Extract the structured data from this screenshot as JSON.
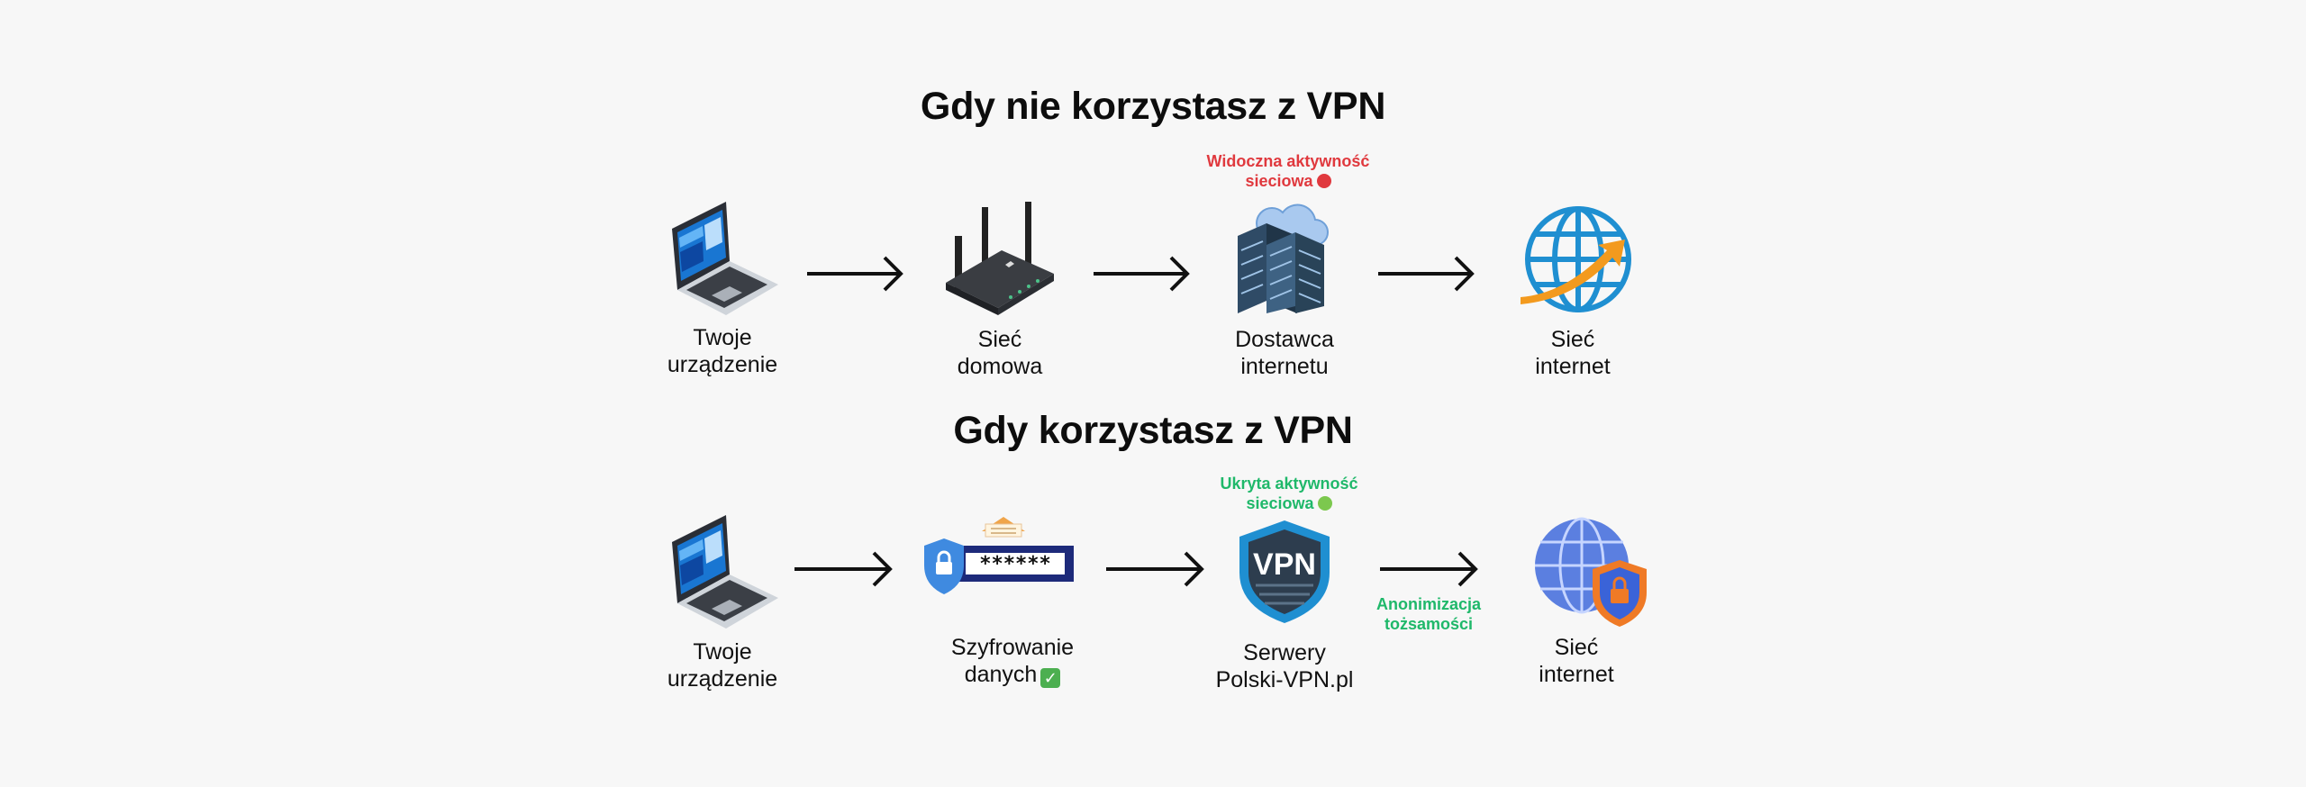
{
  "section1": {
    "title": "Gdy nie korzystasz z VPN",
    "steps": [
      {
        "line1": "Twoje",
        "line2": "urządzenie",
        "icon": "laptop-icon"
      },
      {
        "line1": "Sieć",
        "line2": "domowa",
        "icon": "router-icon"
      },
      {
        "line1": "Dostawca",
        "line2": "internetu",
        "icon": "isp-server-icon"
      },
      {
        "line1": "Sieć",
        "line2": "internet",
        "icon": "globe-icon"
      }
    ],
    "note": {
      "line1": "Widoczna aktywność",
      "line2": "sieciowa",
      "color": "#e0393e"
    }
  },
  "section2": {
    "title": "Gdy korzystasz z VPN",
    "steps": [
      {
        "line1": "Twoje",
        "line2": "urządzenie",
        "icon": "laptop-icon"
      },
      {
        "line1": "Szyfrowanie",
        "line2": "danych",
        "icon": "encryption-icon"
      },
      {
        "line1": "Serwery",
        "line2": "Polski-VPN.pl",
        "icon": "vpn-shield-icon"
      },
      {
        "line1": "Sieć",
        "line2": "internet",
        "icon": "secure-globe-icon"
      }
    ],
    "note": {
      "line1": "Ukryta aktywność",
      "line2": "sieciowa",
      "color": "#1fb86a"
    },
    "arrow_note": {
      "line1": "Anonimizacja",
      "line2": "tożsamości"
    },
    "password_mask": "******"
  }
}
